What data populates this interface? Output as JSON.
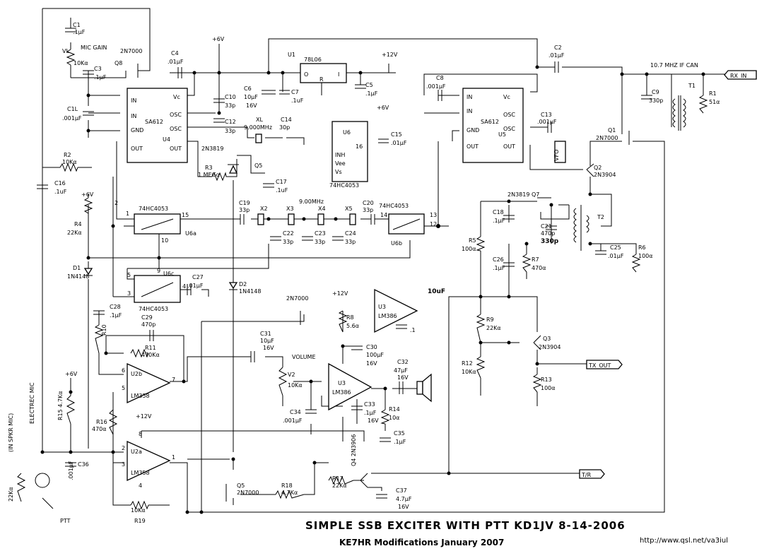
{
  "title": "SIMPLE SSB EXCITER WITH PTT KD1JV 8-14-2006",
  "subtitle": "KE7HR Modifications January 2007",
  "url": "http://www.qsl.net/va3iul",
  "nets": {
    "rx_in": "RX_IN",
    "tx_out": "TX_OUT",
    "tr": "T/R"
  },
  "components": {
    "u4": {
      "type": "SA612",
      "ref": "U4",
      "pins": [
        "IN",
        "IN",
        "GND",
        "OUT",
        "Vc",
        "OSC",
        "OSC",
        "OUT"
      ]
    },
    "u5": {
      "type": "SA612",
      "ref": "U5",
      "pins": [
        "IN",
        "IN",
        "GND",
        "OUT",
        "Vc",
        "OSC",
        "OSC",
        "OUT"
      ]
    },
    "u1": {
      "type": "78L06",
      "ref": "U1",
      "pins": [
        "O",
        "R",
        "I"
      ]
    },
    "u6": {
      "type": "74HC4053",
      "ref": "U6",
      "pins": [
        "16",
        "INH",
        "Vee",
        "Vs"
      ]
    },
    "u6a": {
      "type": "74HC4053",
      "ref": "U6a",
      "pin_out": "15",
      "pin_ctl": "10"
    },
    "u6b": {
      "type": "74HC4053",
      "ref": "U6b",
      "pin_in": "14",
      "pin_13": "13",
      "pin_12": "12"
    },
    "u6c": {
      "type": "74HC4053",
      "ref": "U6c",
      "pin_ctl": "9"
    },
    "u2b": {
      "type": "LM358",
      "ref": "U2b"
    },
    "u2a": {
      "type": "LM358",
      "ref": "U2a"
    },
    "u3": {
      "type": "LM386",
      "ref": "U3"
    },
    "u3_pinout": {
      "type": "LM386",
      "ref": "U3",
      "cap": "10uF"
    }
  },
  "labels": {
    "c1": "C1",
    "c1v": ".1μF",
    "vl": "VL",
    "vlv": "10Kα",
    "mic_gain": "MIC GAIN",
    "q8part": "2N7000",
    "q8": "Q8",
    "c3": "C3",
    "c3v": ".1μF",
    "c1l": "C1L",
    "c1lv": ".001μF",
    "plus6v_top": "+6V",
    "c4": "C4",
    "c4v": ".01μF",
    "c10": "C10",
    "c10v": "33p",
    "c12": "C12",
    "c12v": "33p",
    "c6": "C6",
    "c6v1": "10μF",
    "c6v2": "16V",
    "c7": "C7",
    "c7v": ".1uF",
    "xl": "XL",
    "xlv": "9.000MHz",
    "c14": "C14",
    "c14v": "30p",
    "q5part": "2N3819",
    "q5": "Q5",
    "r3": "R3",
    "r3v": "1 MEGα",
    "c17": "C17",
    "c17v": ".1uF",
    "plus12v_top": "+12V",
    "c5": "C5",
    "c5v": ".1μF",
    "plus6v_u6": "+6V",
    "c15": "C15",
    "c15v": ".01μF",
    "c8": "C8",
    "c8v": ".001μF",
    "c2": "C2",
    "c2v": ".01μF",
    "c13": "C13",
    "c13v": ".001μF",
    "vfo": "VFO",
    "if_can": "10.7 MHZ IF CAN",
    "c9": "C9",
    "c9v": "330p",
    "t1": "T1",
    "r1": "R1",
    "r1v": "51α",
    "q1": "Q1",
    "q1part": "2N7000",
    "q2": "Q2",
    "q2part": "2N3904",
    "r2": "R2",
    "r2v": "10Kα",
    "c16": "C16",
    "c16v": ".1uF",
    "plus6v_r4": "+6V",
    "r4": "R4",
    "r4v": "22Kα",
    "d1": "D1",
    "d1part": "1N4148",
    "c19": "C19",
    "c19v": "33p",
    "x2": "X2",
    "x3": "X3",
    "x4": "X4",
    "x5": "X5",
    "xtal_freq": "9.00MHz",
    "c20": "C20",
    "c20v": "33p",
    "c22": "C22",
    "c22v": "33p",
    "c23": "C23",
    "c23v": "33p",
    "c24": "C24",
    "c24v": "33p",
    "c27": "C27",
    "c27v": ".01μF",
    "d2": "D2",
    "d2part": "1N4148",
    "pin1": "1",
    "pin2": "2",
    "pin3": "3",
    "pin4": "4",
    "pin5": "5",
    "q7part": "2N3819 Q7",
    "c18": "C18",
    "c18v": ".1μF",
    "c21": "C21",
    "c21v": "470p",
    "c21v2": "330p",
    "t2": "T2",
    "r5": "R5",
    "r5v": "100α",
    "c25": "C25",
    "c25v": ".01μF",
    "r6": "R6",
    "r6v": "100α",
    "c26": "C26",
    "c26v": ".1μF",
    "r7": "R7",
    "r7v": "470α",
    "q8b": "2N7000",
    "plus12v_r8": "+12V",
    "r8": "R8",
    "r8v": "5.6α",
    "cap_dot1": ".1",
    "r9": "R9",
    "r9v": "22Kα",
    "q3": "Q3",
    "q3part": "2N3904",
    "r12": "R12",
    "r12v": "10Kα",
    "r13": "R13",
    "r13v": "100α",
    "c28": "C28",
    "c28v": ".1μF",
    "c29": "C29",
    "c29v": "470p",
    "r10": "R10",
    "r11": "R11",
    "r11v": "470Kα",
    "c31": "C31",
    "c31v": "10μF",
    "c31v2": "16V",
    "volume": "VOLUME",
    "v2": "V2",
    "v2v": "10Kα",
    "c30": "C30",
    "c30v": "100μF",
    "c30v2": "16V",
    "c32": "C32",
    "c32v": "47μF",
    "c32v2": "16V",
    "c34": "C34",
    "c34v": ".001μF",
    "c33": "C33",
    "c33v": ".1μF",
    "c33v2": "16V",
    "r14": "R14",
    "r14v": "10α",
    "c35": "C35",
    "c35v": ".1μF",
    "plus6v_r15": "+6V",
    "r15": "R15 4.7Kα",
    "r16": "R16",
    "r16v": "470α",
    "plus12v_u2": "+12V",
    "c36": "C36",
    "c36v": ".001μF",
    "electret": "ELECTREC MIC",
    "spkr_mic": "(IN SPKR MIC)",
    "r22k": "22Kα",
    "ptt": "PTT",
    "r19": "R19",
    "r19v": "10Kα",
    "q5b": "Q5",
    "q5bpart": "2N7000",
    "r18": "R18",
    "r18v": "4.7Kα",
    "r17": "R17",
    "r17v": "22Kα",
    "q4": "Q4 2N3906",
    "c37": "C37",
    "c37v": "4.7μF",
    "c37v2": "16V",
    "pin6": "6",
    "pin5b": "5",
    "pin7": "7",
    "pin2b": "2",
    "pin3b": "3",
    "pin1b": "1",
    "pin8": "8",
    "pin4b": "4"
  }
}
